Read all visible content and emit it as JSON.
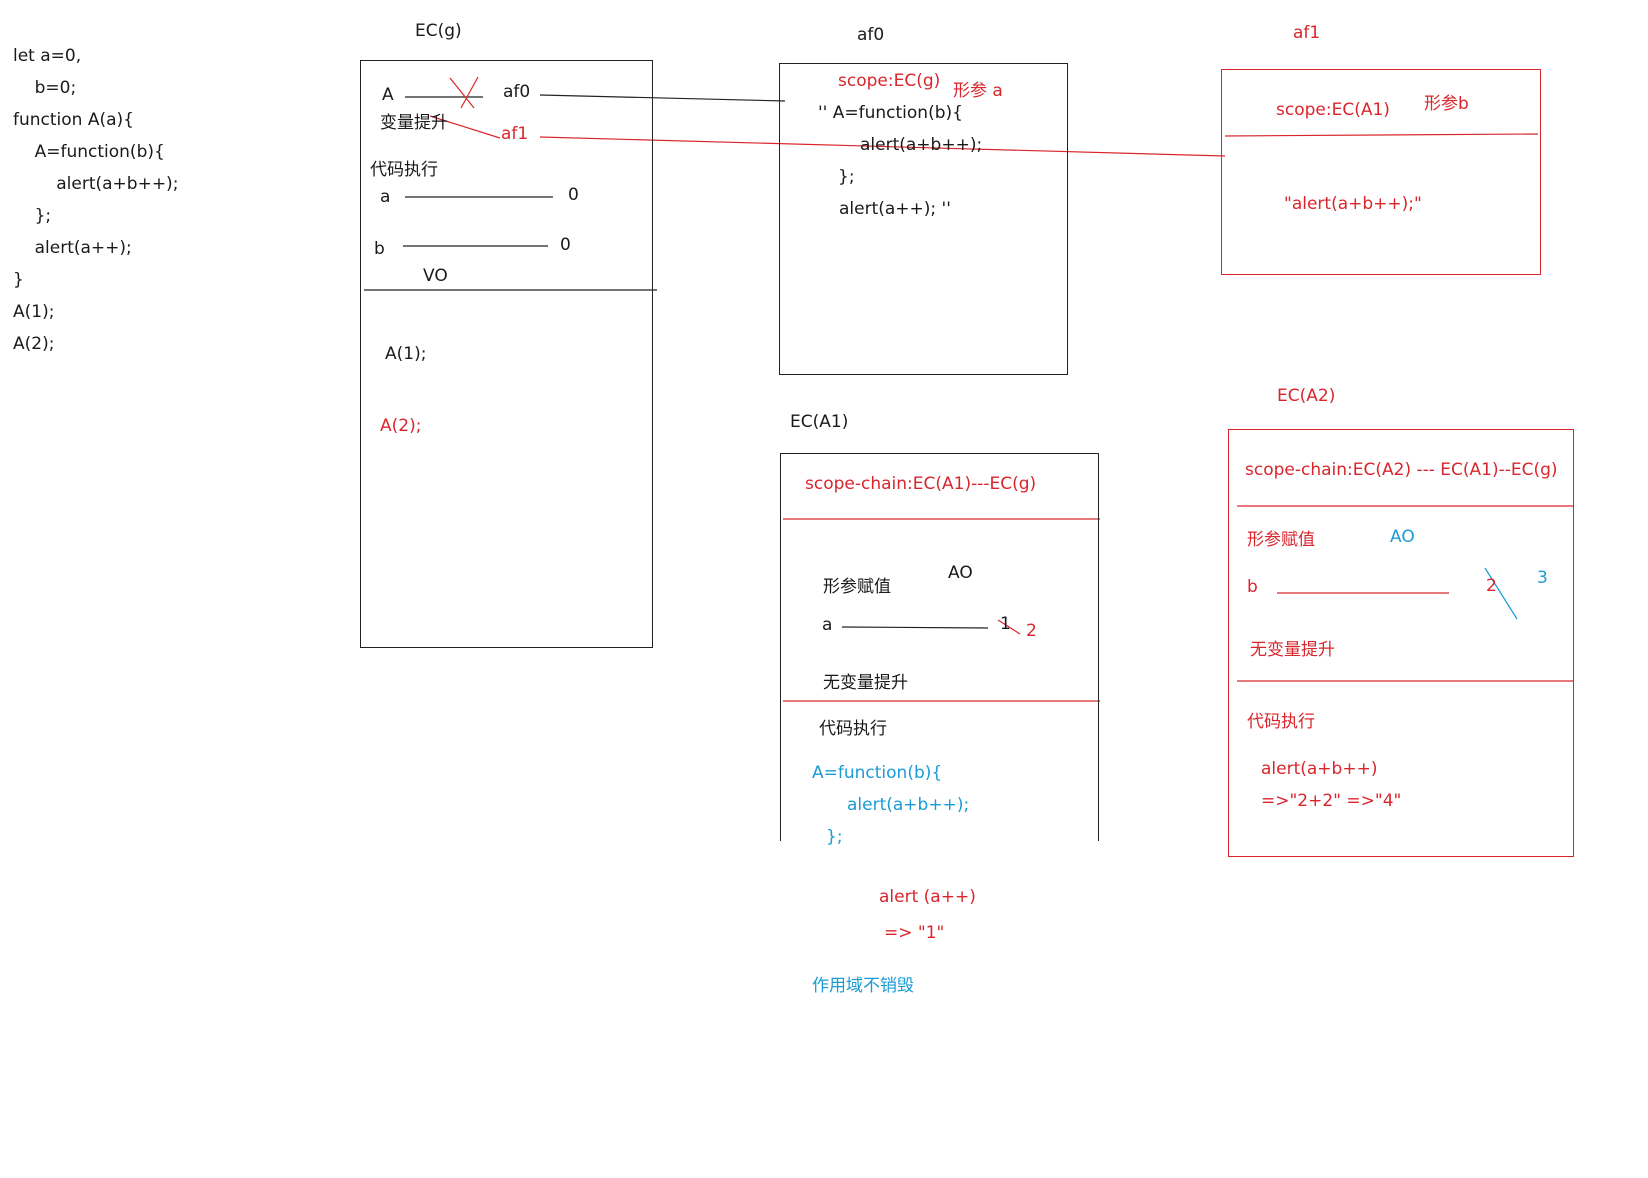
{
  "code": [
    "let a=0,",
    "    b=0;",
    "function A(a){",
    "    A=function(b){",
    "        alert(a+b++);",
    "    };",
    "    alert(a++);",
    "}",
    "A(1);",
    "A(2);"
  ],
  "ecg": {
    "title": "EC(g)",
    "var_a": "A",
    "hoist": "变量提升",
    "af0": "af0",
    "af1": "af1",
    "exec": "代码执行",
    "a_label": "a",
    "a_value": "0",
    "b_label": "b",
    "b_value": "0",
    "vo": "VO",
    "call1": "A(1);",
    "call2": "A(2);"
  },
  "af0": {
    "title": "af0",
    "scope": "scope:EC(g)",
    "param": "形参 a",
    "line1": "'' A=function(b){",
    "line2": "alert(a+b++);",
    "line3": "};",
    "line4": "alert(a++); ''"
  },
  "af1": {
    "title": "af1",
    "scope": "scope:EC(A1)",
    "param": "形参b",
    "body": "\"alert(a+b++);\""
  },
  "eca1": {
    "title": "EC(A1)",
    "scope_chain": "scope-chain:EC(A1)---EC(g)",
    "param_assign": "形参赋值",
    "ao": "AO",
    "a_label": "a",
    "a_old": "1",
    "a_new": "2",
    "no_hoist": "无变量提升",
    "exec": "代码执行",
    "fn1": "A=function(b){",
    "fn2": "alert(a+b++);",
    "fn3": "};",
    "alert": "alert (a++)",
    "result": "=> \"1\"",
    "note": "作用域不销毁"
  },
  "eca2": {
    "title": "EC(A2)",
    "scope_chain": "scope-chain:EC(A2) --- EC(A1)--EC(g)",
    "param_assign": "形参赋值",
    "ao": "AO",
    "b_label": "b",
    "b_old": "2",
    "b_new": "3",
    "no_hoist": "无变量提升",
    "exec": "代码执行",
    "alert": "alert(a+b++)",
    "result": "=>\"2+2\" =>\"4\""
  },
  "colors": {
    "black": "#1a1a1a",
    "red": "#d9262c",
    "blue": "#1a9bd6"
  }
}
